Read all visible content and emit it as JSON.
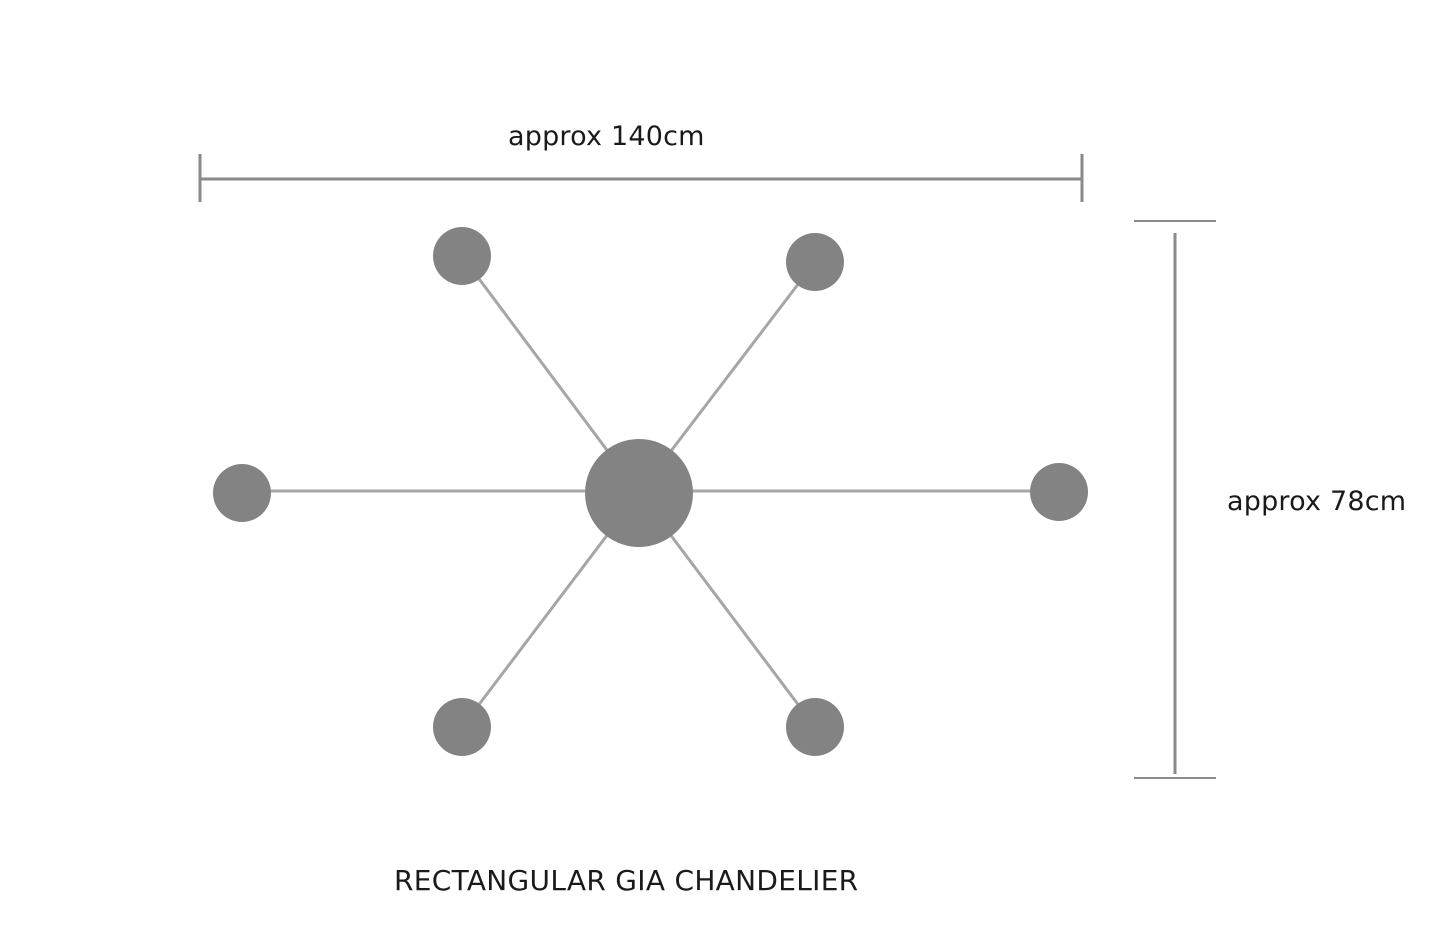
{
  "title": "RECTANGULAR GIA CHANDELIER",
  "dimensions": {
    "width_label": "approx 140cm",
    "height_label": "approx 78cm"
  },
  "chandelier": {
    "arm_count": 6,
    "arms": [
      "top-left",
      "top-right",
      "left",
      "right",
      "bottom-left",
      "bottom-right"
    ]
  },
  "colors": {
    "bulb": "#838383",
    "arm": "#a6a6a6",
    "dimension_line": "#8a8a8a",
    "text": "#1a1a1a"
  }
}
